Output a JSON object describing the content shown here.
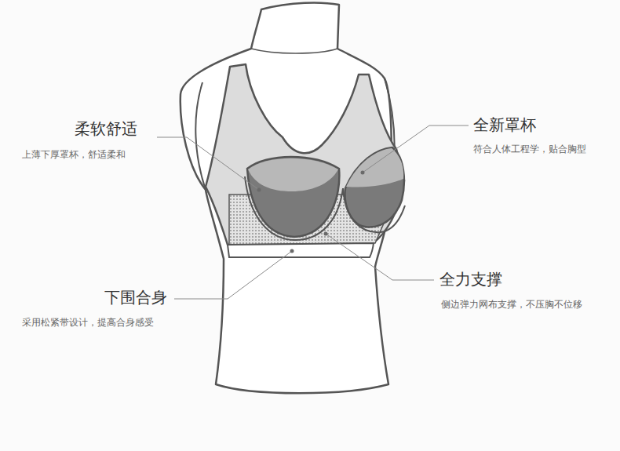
{
  "diagram": {
    "labels": [
      "柔软舒适",
      "上薄下厚罩杯，舒适柔和",
      "全新罩杯",
      "符合人体工程学，贴合胸型",
      "全力支撑",
      "侧边弹力网布支撑，不压胸不位移",
      "下围合身",
      "采用松紧带设计，提高合身感受"
    ]
  }
}
